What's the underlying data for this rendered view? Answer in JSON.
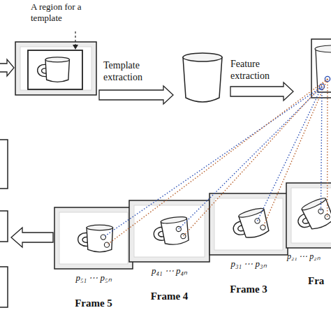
{
  "diagram": {
    "nodes": [
      {
        "text": [
          "p₅₁ ⋯ p₅ₙ",
          "Frame 5"
        ]
      },
      {
        "text": [
          "p₄₁ ⋯ p₄ₙ",
          "Frame 4"
        ]
      },
      {
        "text": [
          "p₃₁ ⋯ p₃ₙ",
          "Frame 3"
        ]
      },
      {
        "text": [
          "p₂₁ ⋯ p₂ₙ",
          "Fra"
        ]
      }
    ],
    "labels": [
      "A region for a template",
      "Template extraction",
      "Feature extraction"
    ]
  }
}
